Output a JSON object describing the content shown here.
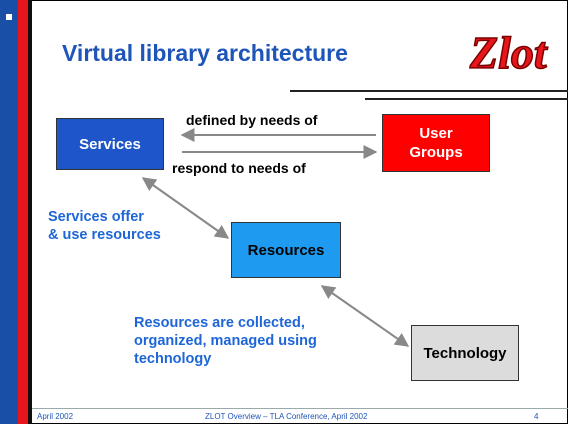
{
  "slide": {
    "title": "Virtual library architecture",
    "logo_text": "Zlot"
  },
  "boxes": {
    "services": "Services",
    "user_groups_line1": "User",
    "user_groups_line2": "Groups",
    "resources": "Resources",
    "technology": "Technology"
  },
  "relations": {
    "defined_by": "defined by needs of",
    "respond_to": "respond to needs of"
  },
  "notes": {
    "services_line1": "Services offer",
    "services_line2": "& use resources",
    "resources_line1": "Resources are collected,",
    "resources_line2": "organized, managed using",
    "resources_line3": "technology"
  },
  "footer": {
    "date": "April 2002",
    "center": "ZLOT Overview – TLA Conference, April 2002",
    "page": "4"
  },
  "colors": {
    "accent_blue": "#1e55b8",
    "services_box": "#1e55c8",
    "users_box": "#ff0000",
    "resources_box": "#1e9bf0",
    "technology_box": "#dcdcdc",
    "arrow": "#888888"
  }
}
